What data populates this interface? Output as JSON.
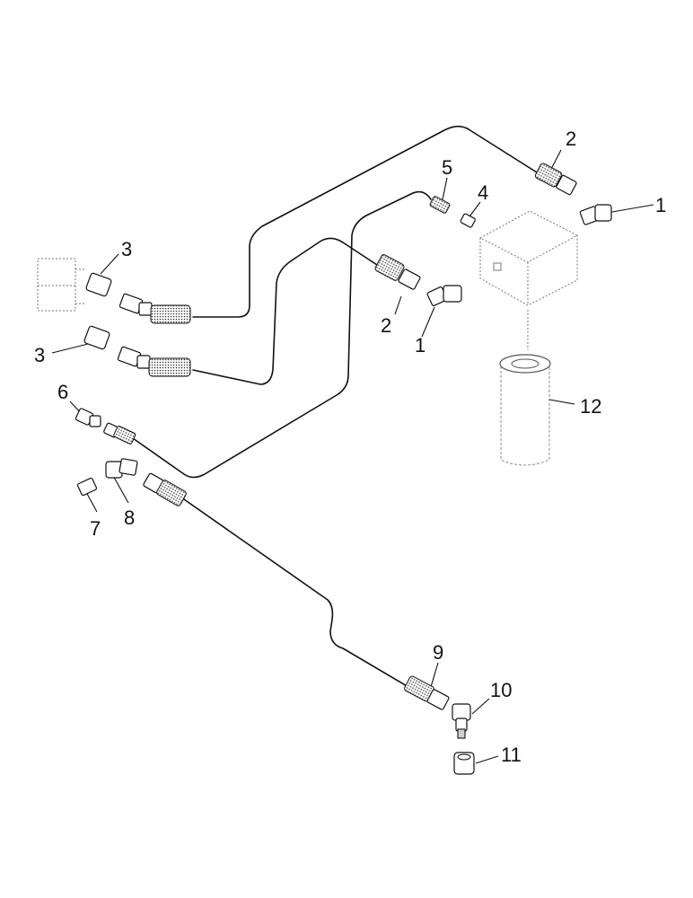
{
  "callouts": {
    "c1a": "1",
    "c1b": "1",
    "c2a": "2",
    "c2b": "2",
    "c3a": "3",
    "c3b": "3",
    "c4": "4",
    "c5": "5",
    "c6": "6",
    "c7": "7",
    "c8": "8",
    "c9": "9",
    "c10": "10",
    "c11": "11",
    "c12": "12"
  }
}
